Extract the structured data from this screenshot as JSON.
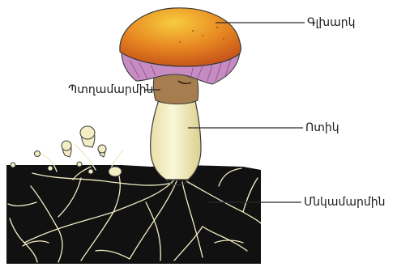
{
  "labels": {
    "cap": "Գլխարկ",
    "fruiting_body": "Պտղամարմին",
    "stem": "Ոտիկ",
    "mycelium": "Մնկամարմին"
  },
  "colors": {
    "soil": "#111111",
    "hyphae": "#f3efc8",
    "cap_top": "#e0751c",
    "cap_highlight": "#f5c23a",
    "gills": "#c98ac4",
    "stem": "#f4efc6",
    "ring": "#a07a4c",
    "line": "#2a2a2a"
  }
}
